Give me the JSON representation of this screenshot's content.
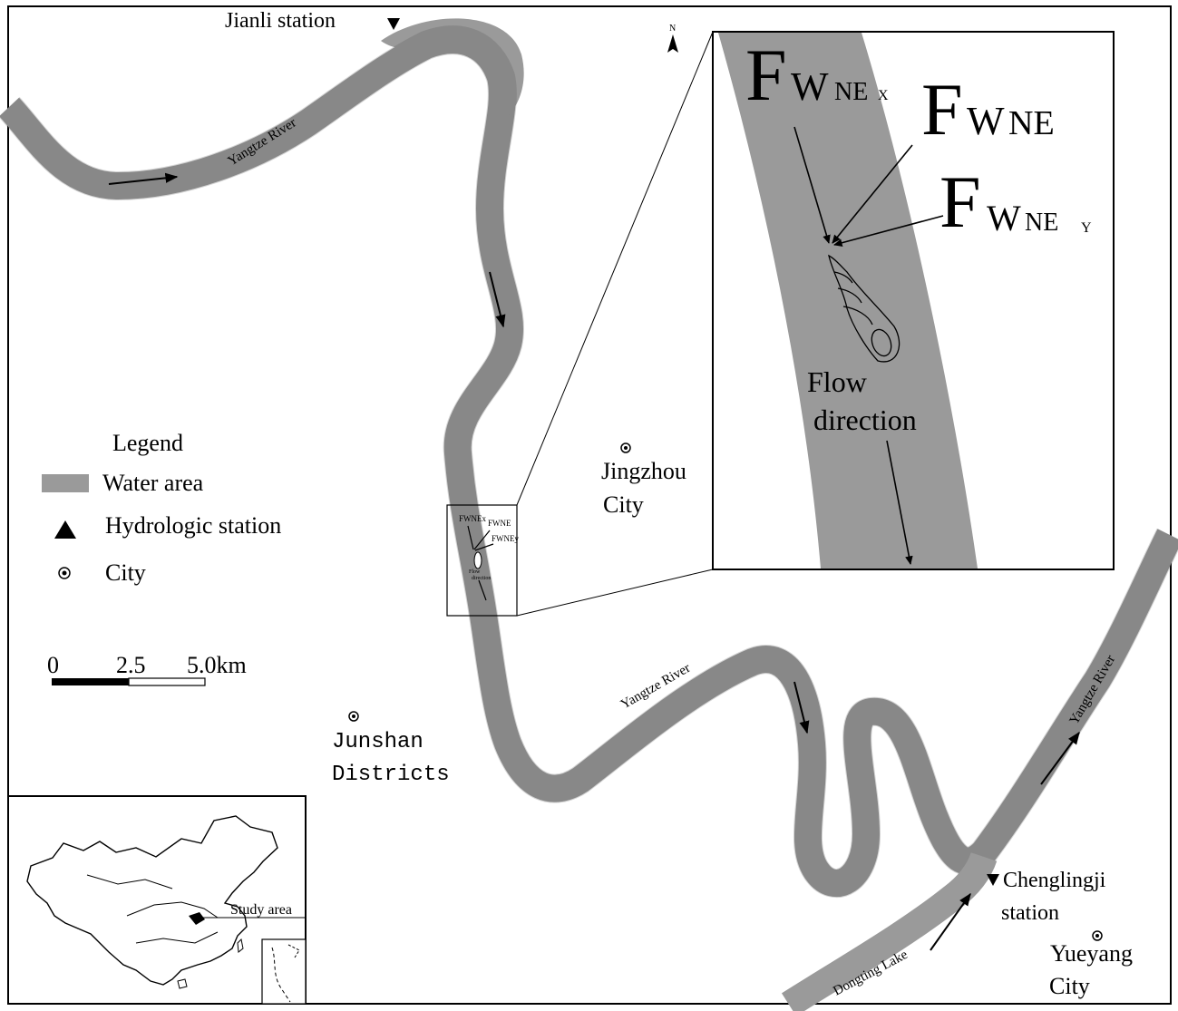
{
  "map": {
    "north_label": "N",
    "stations": {
      "jianli": "Jianli station",
      "chenglingji_line1": "Chenglingji",
      "chenglingji_line2": "station"
    },
    "cities": {
      "jingzhou_line1": "Jingzhou",
      "jingzhou_line2": "City",
      "junshan_line1": "Junshan",
      "junshan_line2": "Districts",
      "yueyang_line1": "Yueyang",
      "yueyang_line2": "City"
    },
    "river_labels": {
      "upper": "Yangtze River",
      "middle": "Yangtze River",
      "right": "Yangtze River",
      "lake": "Dongting Lake"
    },
    "inset_detail": {
      "force_base": "F",
      "force_x_sub": "W",
      "force_x_subsub": "NE",
      "force_x_axis": "X",
      "force_sub": "W",
      "force_subsub": "NE",
      "force_y_sub": "W",
      "force_y_subsub": "NE",
      "force_y_axis": "Y",
      "flow_line1": "Flow",
      "flow_line2": "direction"
    },
    "mini_labels": {
      "fx": "FWNEx",
      "f": "FWNE",
      "fy": "FWNEy",
      "flow1": "Flow",
      "flow2": "direction"
    },
    "legend": {
      "title": "Legend",
      "items": [
        {
          "symbol": "water-area",
          "label": "Water area"
        },
        {
          "symbol": "triangle",
          "label": "Hydrologic station"
        },
        {
          "symbol": "city-dot",
          "label": "City"
        }
      ]
    },
    "scale_bar": {
      "ticks": [
        "0",
        "2.5",
        "5.0km"
      ]
    },
    "locator": {
      "label": "Study area"
    },
    "colors": {
      "water": "#9a9a9a",
      "ink": "#000000",
      "background": "#ffffff"
    }
  }
}
